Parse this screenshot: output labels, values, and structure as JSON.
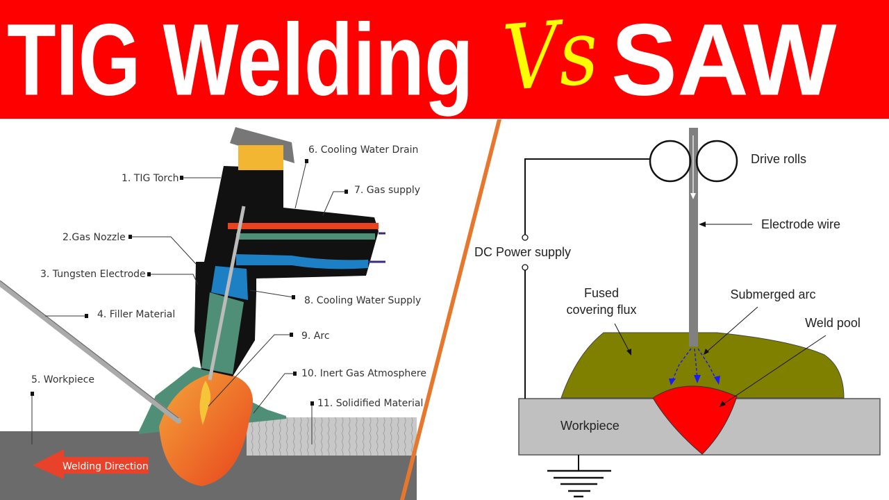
{
  "title": {
    "left": "TIG Welding",
    "vs": "Vs",
    "right": "SAW"
  },
  "colors": {
    "banner": "#ff0000",
    "title_text": "#ffffff",
    "vs_text": "#ffff00",
    "divider": "#e8772e",
    "weld_pool": "#ff0000",
    "flux": "#808000",
    "workpiece": "#c0c0c0"
  },
  "tig": {
    "labels": [
      "1. TIG Torch",
      "2.Gas Nozzle",
      "3. Tungsten Electrode",
      "4. Filler Material",
      "5. Workpiece",
      "6. Cooling Water Drain",
      "7. Gas supply",
      "8. Cooling Water Supply",
      "9. Arc",
      "10. Inert Gas Atmosphere",
      "11. Solidified Material"
    ],
    "direction": "Welding Direction"
  },
  "saw": {
    "drive_rolls": "Drive rolls",
    "electrode_wire": "Electrode wire",
    "power_supply": "DC Power supply",
    "flux_line1": "Fused",
    "flux_line2": "covering flux",
    "submerged_arc": "Submerged arc",
    "weld_pool": "Weld pool",
    "workpiece": "Workpiece"
  }
}
